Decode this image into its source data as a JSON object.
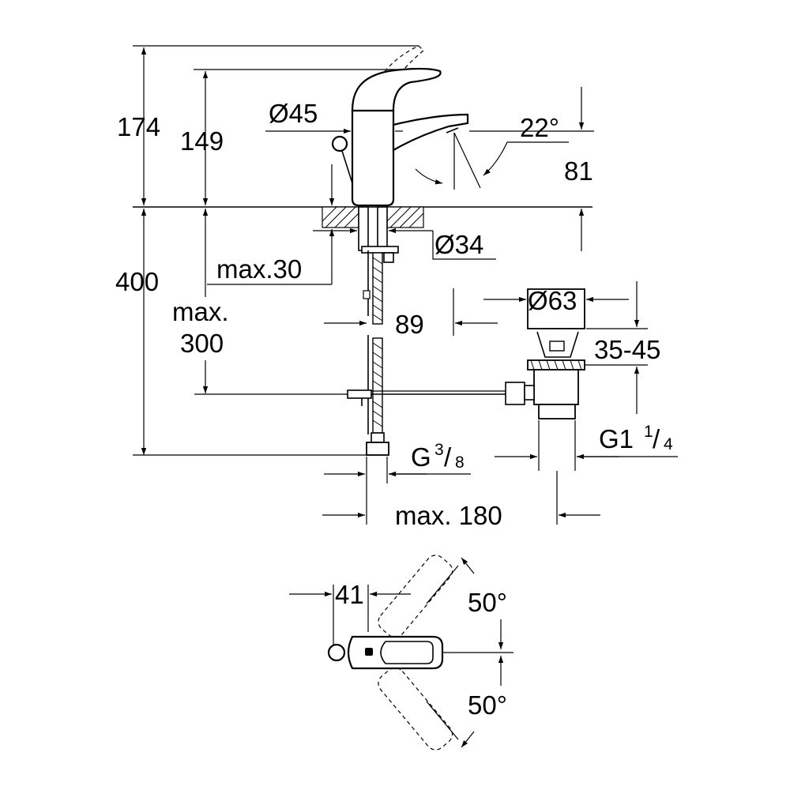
{
  "side_view": {
    "height_total": "174",
    "height_handle": "149",
    "body_diameter": "Ø45",
    "spout_angle": "22°",
    "spout_height": "81",
    "tail_diameter": "Ø34",
    "counter_thickness": "max.30",
    "hose_length": "400",
    "pull_rod_length_line1": "max.",
    "pull_rod_length_line2": "300",
    "offset": "89",
    "waste_diameter": "Ø63",
    "waste_range": "35-45",
    "waste_thread_main": "G1",
    "waste_thread_num": "1",
    "waste_thread_den": "4",
    "supply_thread_main": "G",
    "supply_thread_num": "3",
    "supply_thread_den": "8",
    "max_reach": "max. 180"
  },
  "top_view": {
    "lever_offset": "41",
    "rotation_upper": "50°",
    "rotation_lower": "50°"
  }
}
